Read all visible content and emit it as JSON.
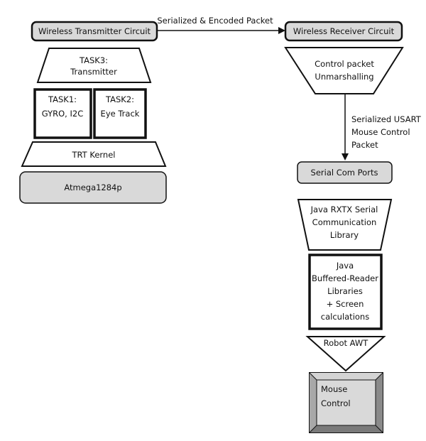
{
  "transmitter": {
    "circuit": "Wireless Transmitter Circuit",
    "task3_line1": "TASK3:",
    "task3_line2": "Transmitter",
    "task1_line1": "TASK1:",
    "task1_line2": "GYRO, I2C",
    "task2_line1": "TASK2:",
    "task2_line2": "Eye Track",
    "kernel": "TRT Kernel",
    "mcu": "Atmega1284p"
  },
  "link_label": "Serialized & Encoded Packet",
  "receiver": {
    "circuit": "Wireless Receiver Circuit",
    "unmarshal_line1": "Control packet",
    "unmarshal_line2": "Unmarshalling",
    "usart_line1": "Serialized USART",
    "usart_line2": "Mouse Control",
    "usart_line3": "Packet",
    "serial_ports": "Serial Com Ports",
    "rxtx_line1": "Java RXTX Serial",
    "rxtx_line2": "Communication",
    "rxtx_line3": "Library",
    "reader_line1": "Java",
    "reader_line2": "Buffered-Reader",
    "reader_line3": "Libraries",
    "reader_line4": "+ Screen",
    "reader_line5": "calculations",
    "robot": "Robot AWT",
    "mouse_line1": "Mouse",
    "mouse_line2": "Control"
  },
  "colors": {
    "box_fill": "#d9d9d9",
    "stroke": "#111111",
    "bevel_light": "#bdbdbd",
    "bevel_dark": "#8a8a8a"
  }
}
